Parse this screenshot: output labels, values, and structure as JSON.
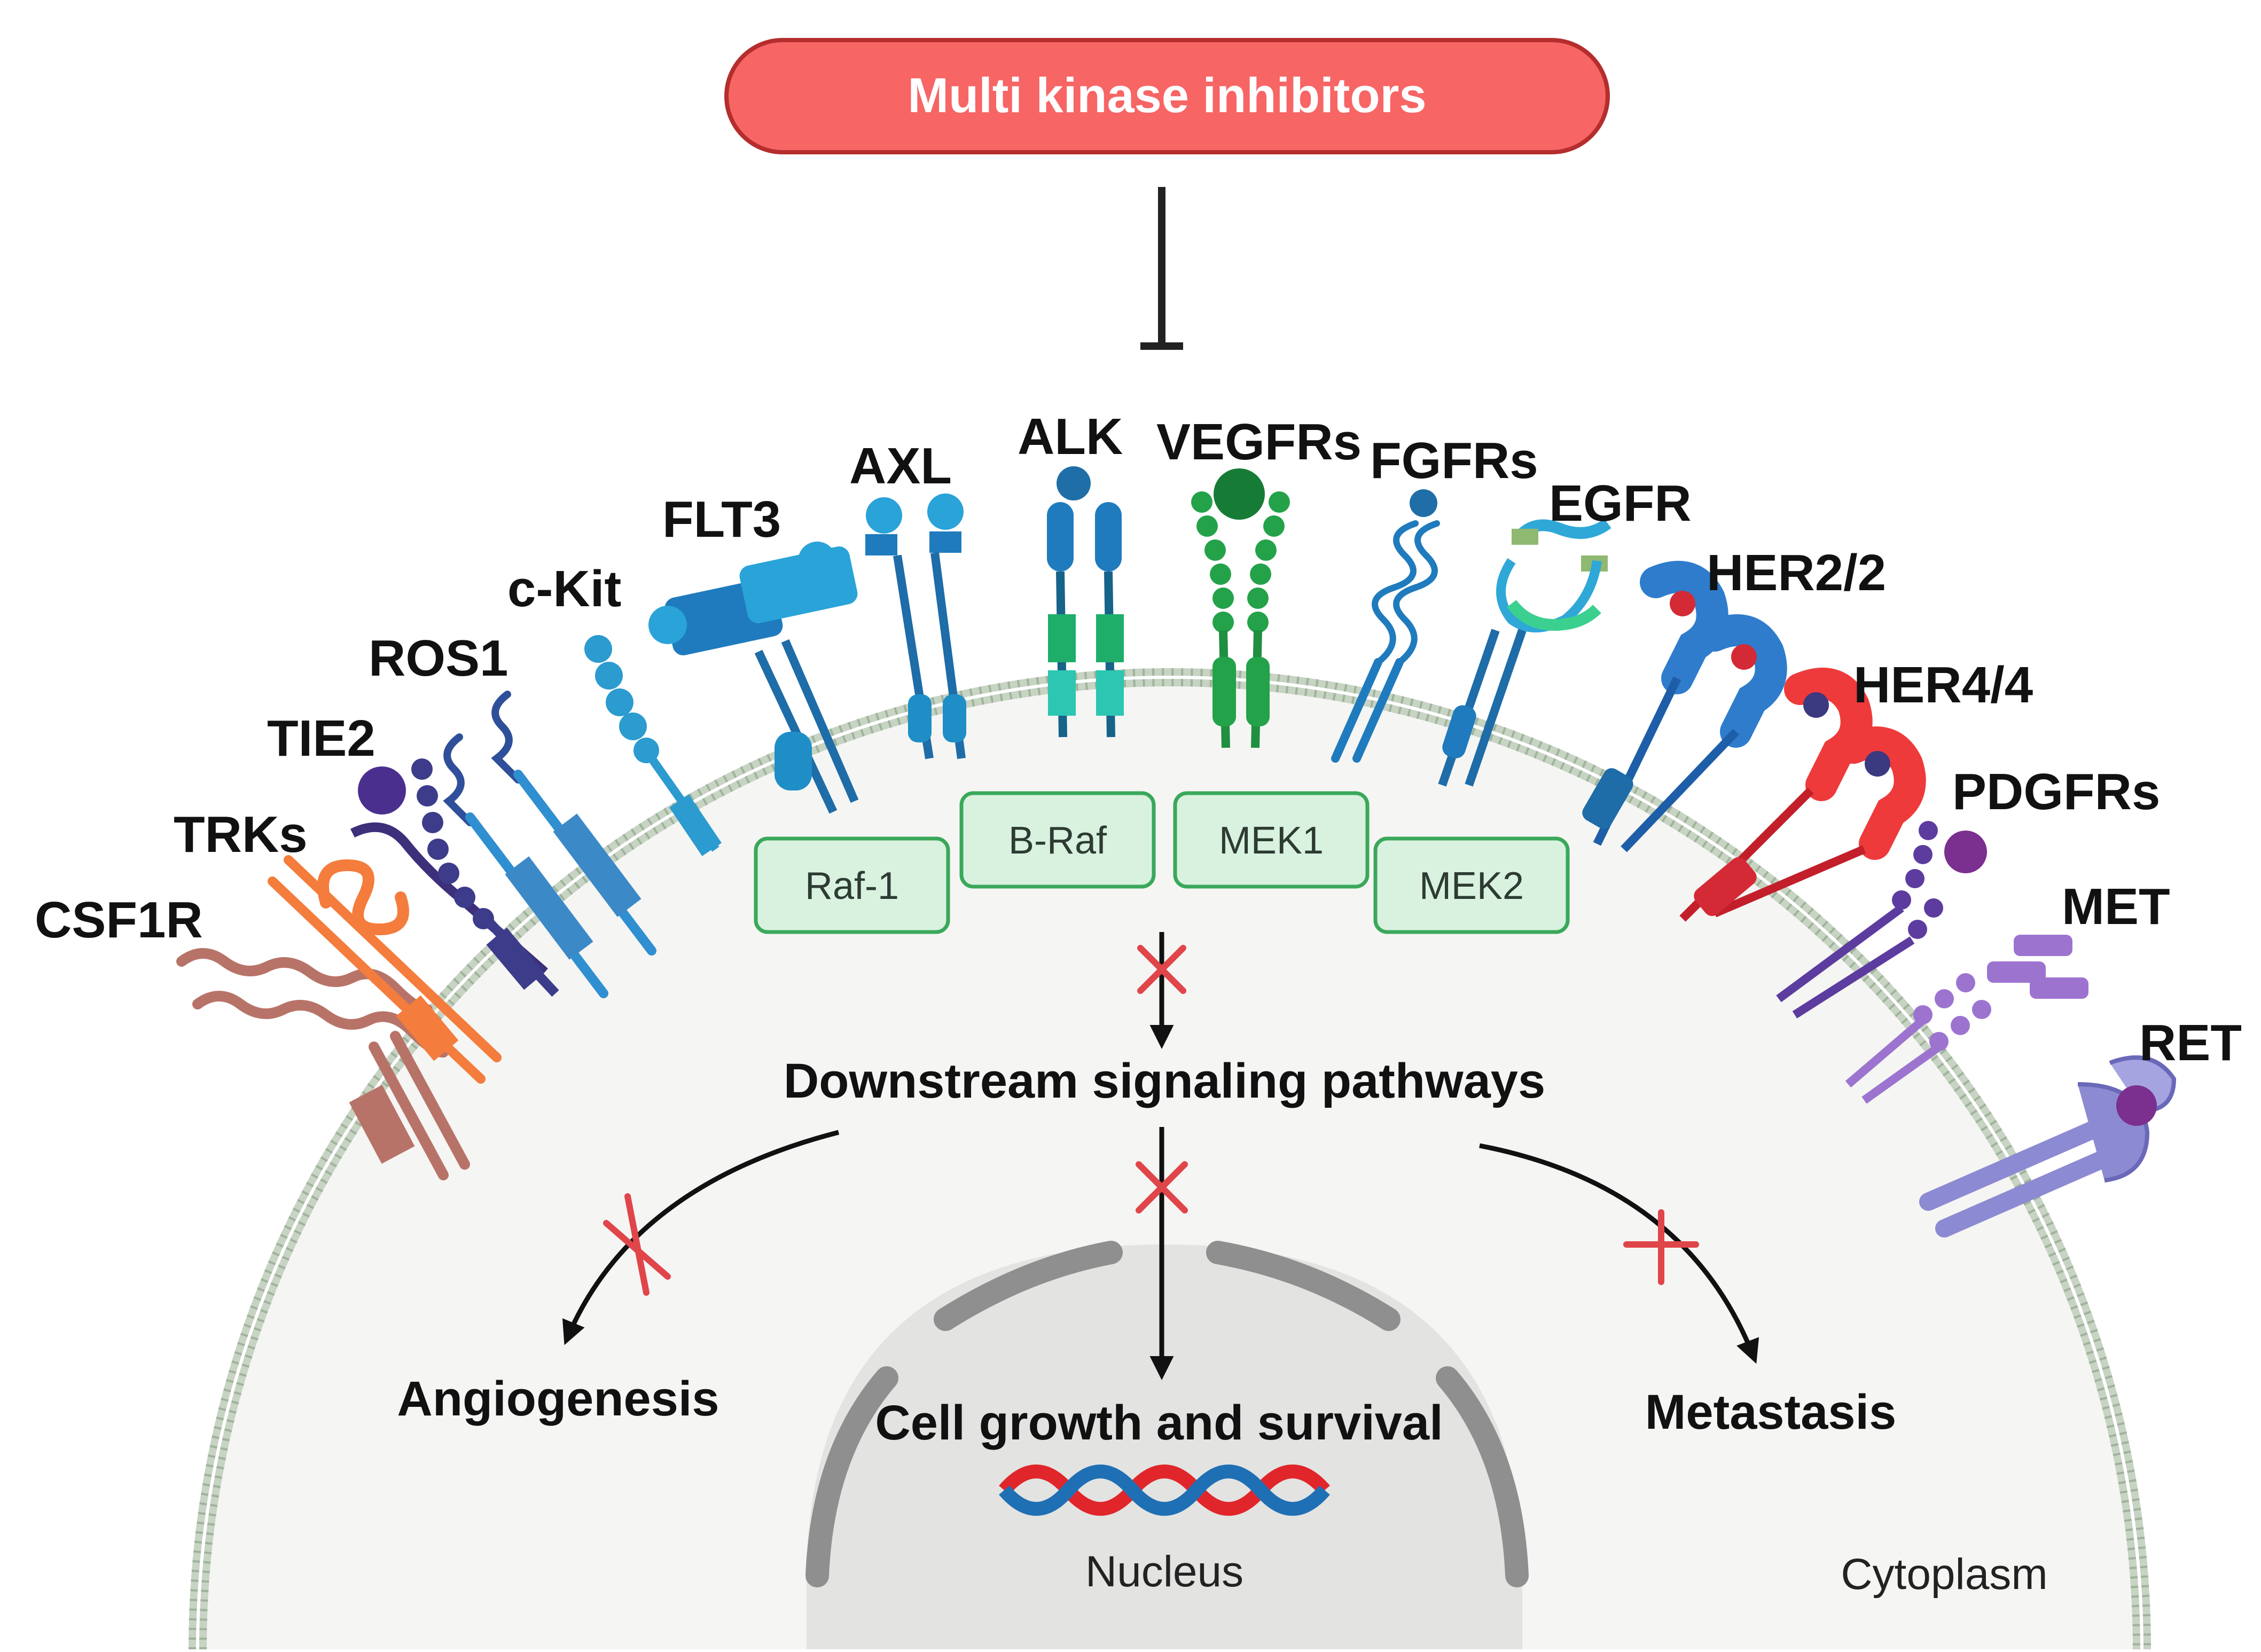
{
  "title": "Multi kinase inhibitors",
  "receptors": {
    "csf1r": "CSF1R",
    "trks": "TRKs",
    "tie2": "TIE2",
    "ros1": "ROS1",
    "ckit": "c-Kit",
    "flt3": "FLT3",
    "axl": "AXL",
    "alk": "ALK",
    "vegfrs": "VEGFRs",
    "fgfrs": "FGFRs",
    "egfr": "EGFR",
    "her22": "HER2/2",
    "her44": "HER4/4",
    "pdgfrs": "PDGFRs",
    "met": "MET",
    "ret": "RET"
  },
  "kinases": {
    "raf1": "Raf-1",
    "braf": "B-Raf",
    "mek1": "MEK1",
    "mek2": "MEK2"
  },
  "pathway": "Downstream signaling pathways",
  "outcomes": {
    "angiogenesis": "Angiogenesis",
    "growth": "Cell growth and survival",
    "metastasis": "Metastasis"
  },
  "compartments": {
    "nucleus": "Nucleus",
    "cytoplasm": "Cytoplasm"
  },
  "colors": {
    "inhibitor_fill": "#f76565",
    "kinase_fill": "#d8f2df",
    "kinase_border": "#3aa85a",
    "block_x": "#e0454a"
  }
}
